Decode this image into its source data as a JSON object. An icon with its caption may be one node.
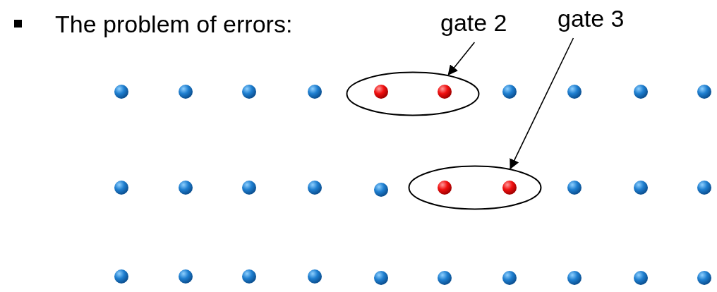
{
  "diagram": {
    "nodes": [
      {
        "text": [
          "gate 2"
        ]
      },
      {
        "text": [],
        "shape": "ellipse"
      },
      {
        "text": [
          "gate 3"
        ]
      },
      {
        "text": [],
        "shape": "ellipse"
      }
    ],
    "edges": [
      {
        "from": 0,
        "to": 1,
        "arrow": "to"
      },
      {
        "from": 2,
        "to": 3,
        "arrow": "to"
      }
    ],
    "labels": [
      "The problem of errors:"
    ]
  }
}
